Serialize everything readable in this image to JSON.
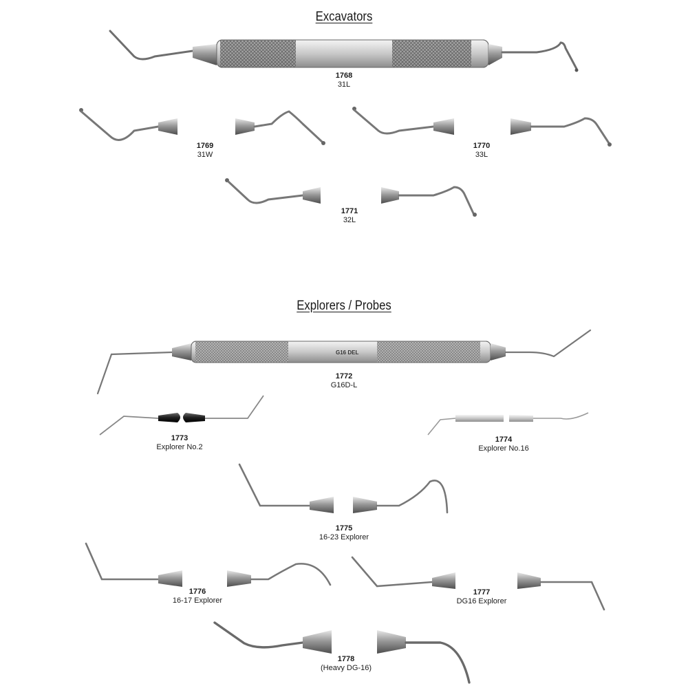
{
  "sections": {
    "excavators": {
      "title": "Excavators"
    },
    "explorers": {
      "title": "Explorers / Probes"
    }
  },
  "instruments": [
    {
      "code": "1768",
      "name": "31L"
    },
    {
      "code": "1769",
      "name": "31W"
    },
    {
      "code": "1770",
      "name": "33L"
    },
    {
      "code": "1771",
      "name": "32L"
    },
    {
      "code": "1772",
      "name": "G16D-L"
    },
    {
      "code": "1773",
      "name": "Explorer No.2"
    },
    {
      "code": "1774",
      "name": "Explorer No.16"
    },
    {
      "code": "1775",
      "name": "16-23 Explorer"
    },
    {
      "code": "1776",
      "name": "16-17 Explorer"
    },
    {
      "code": "1777",
      "name": "DG16 Explorer"
    },
    {
      "code": "1778",
      "name": "(Heavy DG-16)"
    }
  ],
  "engravings": {
    "explorer_handle": "G16 DEL"
  },
  "colors": {
    "steel": "#8a8a8a",
    "steel_dark": "#5a5a5a",
    "steel_light": "#cfcfcf",
    "text": "#1a1a1a"
  }
}
